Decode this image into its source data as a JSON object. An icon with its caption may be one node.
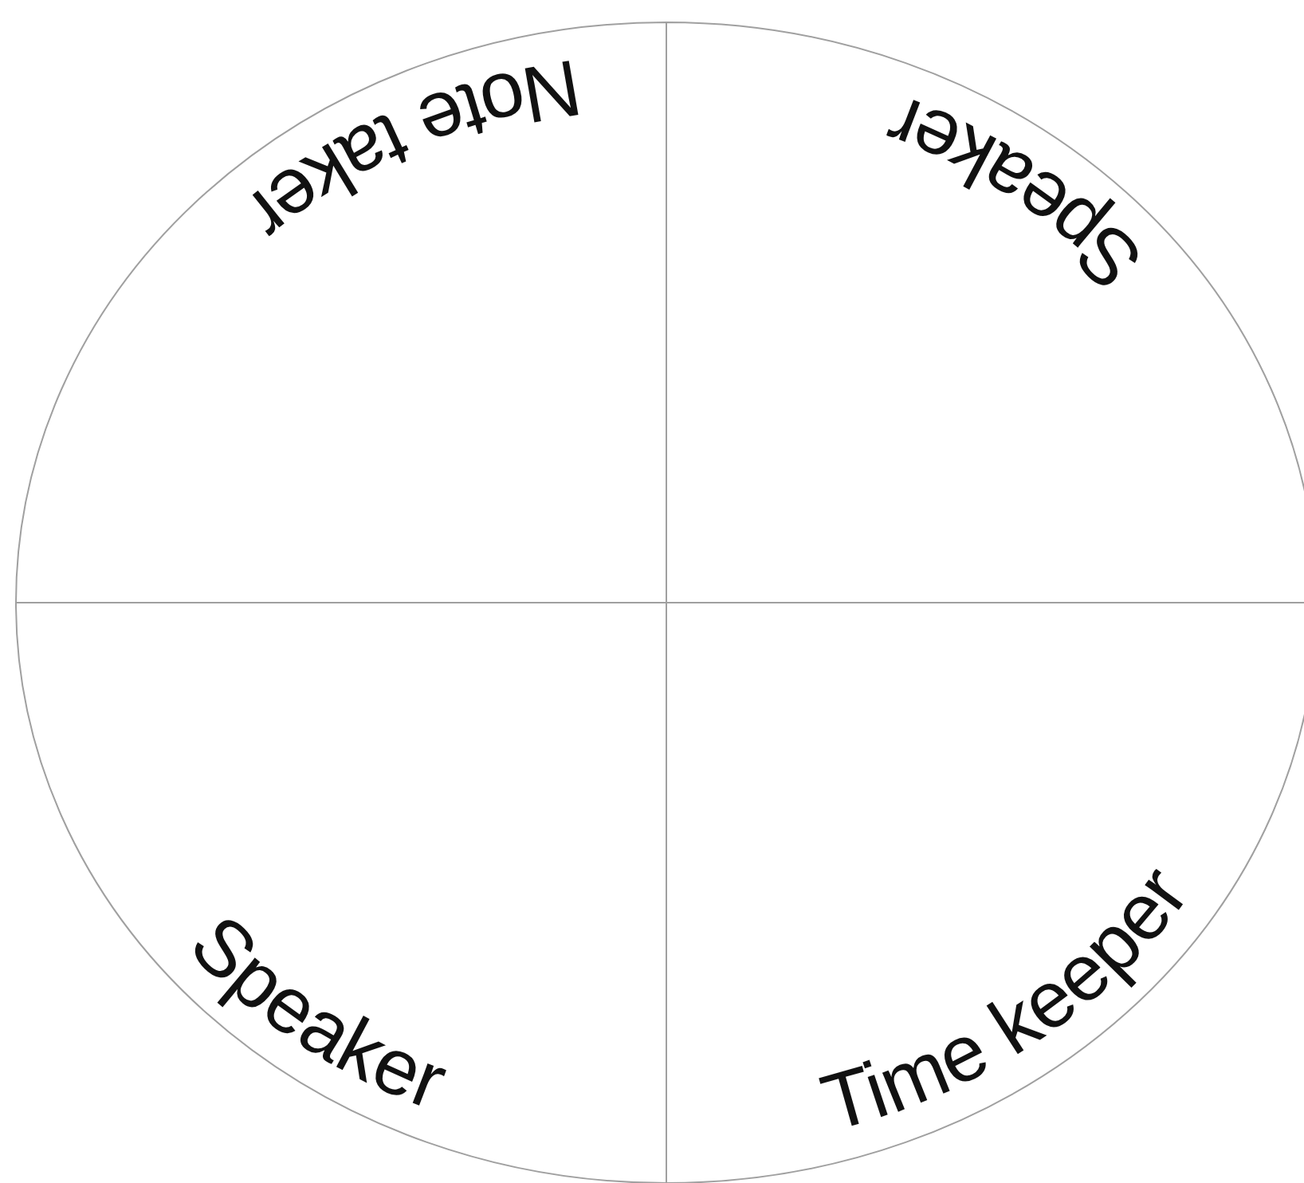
{
  "diagram": {
    "nodes": [
      {
        "text": [
          "Note taker"
        ]
      },
      {
        "text": [
          "Speaker"
        ]
      },
      {
        "text": [
          "Speaker"
        ]
      },
      {
        "text": [
          "Time keeper"
        ]
      }
    ]
  }
}
